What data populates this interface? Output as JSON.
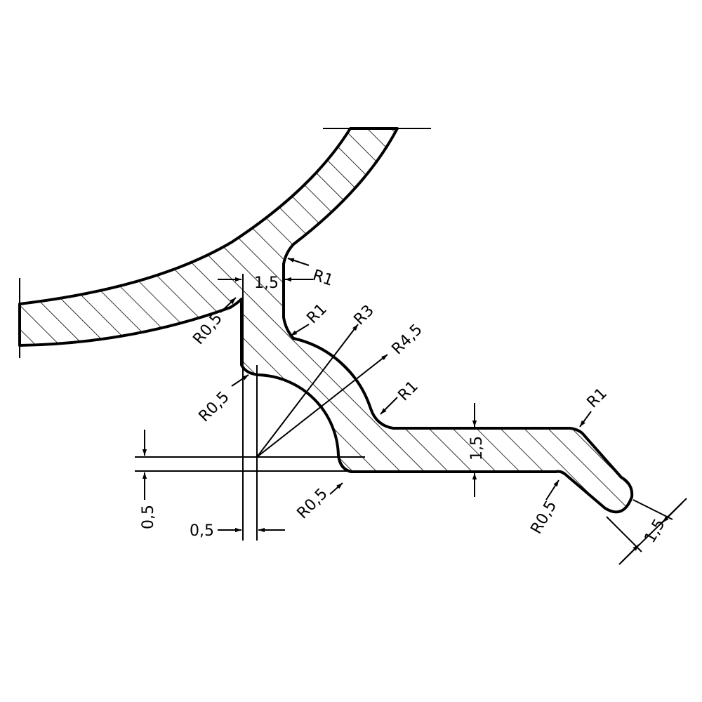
{
  "colors": {
    "line": "#000000",
    "background": "#ffffff"
  },
  "labels": {
    "r1_top": "R1",
    "thickness_top": "1,5",
    "r05_left": "R0,5",
    "r1_mid": "R1",
    "r3": "R3",
    "r45": "R4,5",
    "r05_corner": "R0,5",
    "r1_lower": "R1",
    "thickness_horizontal": "1,5",
    "r1_right": "R1",
    "r05_bottom": "R0,5",
    "r05_right": "R0,5",
    "thickness_tab": "1,5",
    "offset_vertical": "0,5",
    "offset_horizontal": "0,5"
  }
}
